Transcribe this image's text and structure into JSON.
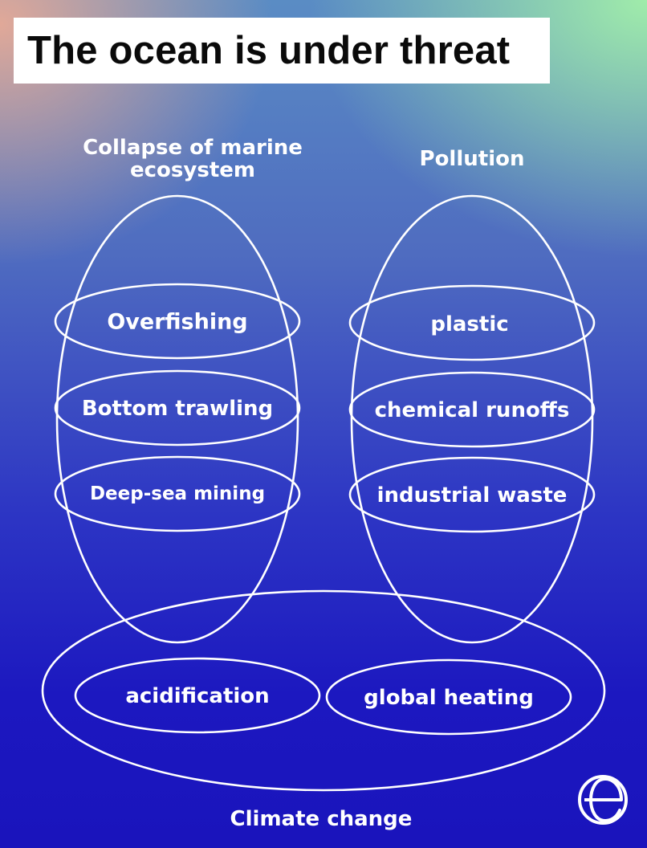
{
  "title": "The ocean is under threat",
  "groups": {
    "marine": {
      "heading_line1": "Collapse of marine",
      "heading_line2": "ecosystem",
      "items": [
        "Overfishing",
        "Bottom trawling",
        "Deep-sea mining"
      ]
    },
    "pollution": {
      "heading": "Pollution",
      "items": [
        "plastic",
        "chemical runoffs",
        "industrial waste"
      ]
    },
    "climate": {
      "heading": "Climate change",
      "items": [
        "acidification",
        "global heating"
      ]
    }
  },
  "logo_icon": "circled-e-logo-icon",
  "colors": {
    "background_top": "#5a8cc4",
    "background_bottom": "#1a14bc",
    "accent_pink": "#e8aa96",
    "accent_green": "#a0ecaa",
    "stroke": "#ffffff",
    "title_bg": "#ffffff",
    "title_text": "#0a0a0a"
  }
}
